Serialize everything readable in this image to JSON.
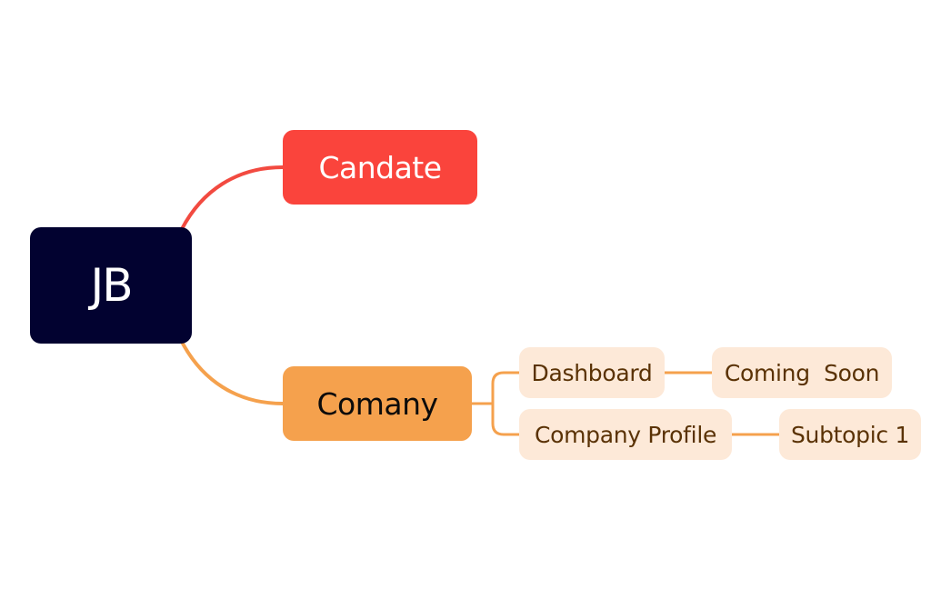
{
  "colors": {
    "background": "#ffffff",
    "root_fill": "#020230",
    "root_text": "#ffffff",
    "candate_fill": "#fa443c",
    "candate_text": "#ffffff",
    "comany_fill": "#f5a14d",
    "comany_text": "#0b0b0b",
    "sub_fill": "#fde9d8",
    "sub_text": "#5a3205",
    "link_red": "#f24a40",
    "link_orange": "#f5a14d"
  },
  "mindmap": {
    "root": {
      "label": "JB"
    },
    "branches": [
      {
        "label": "Candate",
        "children": []
      },
      {
        "label": "Comany",
        "children": [
          {
            "label": "Dashboard",
            "children": [
              {
                "label": "Coming  Soon"
              }
            ]
          },
          {
            "label": "Company Profile",
            "children": [
              {
                "label": "Subtopic 1"
              }
            ]
          }
        ]
      }
    ]
  }
}
